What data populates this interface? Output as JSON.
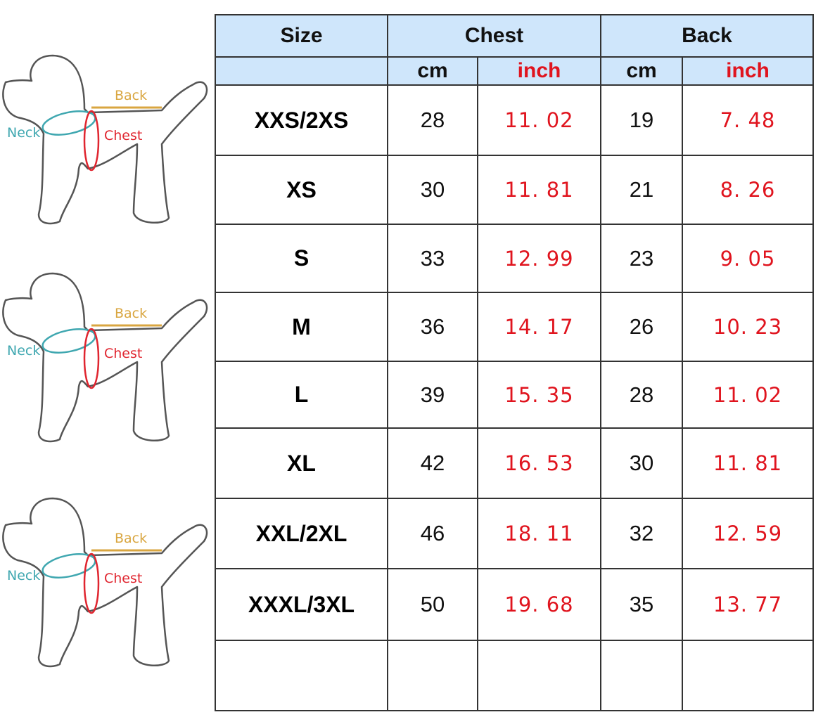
{
  "diagram": {
    "back_label": "Back",
    "neck_label": "Neck",
    "chest_label": "Chest",
    "colors": {
      "back": "#d9a640",
      "neck": "#3fa7b0",
      "chest": "#e0252f",
      "outline": "#555555"
    }
  },
  "table": {
    "headers": {
      "size": "Size",
      "chest": "Chest",
      "back": "Back",
      "cm": "cm",
      "inch": "inch"
    },
    "rows": [
      {
        "size": "XXS/2XS",
        "chest_cm": "28",
        "chest_inch": "11. 02",
        "back_cm": "19",
        "back_inch": "7. 48"
      },
      {
        "size": "XS",
        "chest_cm": "30",
        "chest_inch": "11. 81",
        "back_cm": "21",
        "back_inch": "8. 26"
      },
      {
        "size": "S",
        "chest_cm": "33",
        "chest_inch": "12. 99",
        "back_cm": "23",
        "back_inch": "9. 05"
      },
      {
        "size": "M",
        "chest_cm": "36",
        "chest_inch": "14. 17",
        "back_cm": "26",
        "back_inch": "10. 23"
      },
      {
        "size": "L",
        "chest_cm": "39",
        "chest_inch": "15. 35",
        "back_cm": "28",
        "back_inch": "11. 02"
      },
      {
        "size": "XL",
        "chest_cm": "42",
        "chest_inch": "16. 53",
        "back_cm": "30",
        "back_inch": "11. 81"
      },
      {
        "size": "XXL/2XL",
        "chest_cm": "46",
        "chest_inch": "18. 11",
        "back_cm": "32",
        "back_inch": "12. 59"
      },
      {
        "size": "XXXL/3XL",
        "chest_cm": "50",
        "chest_inch": "19. 68",
        "back_cm": "35",
        "back_inch": "13. 77"
      }
    ]
  }
}
